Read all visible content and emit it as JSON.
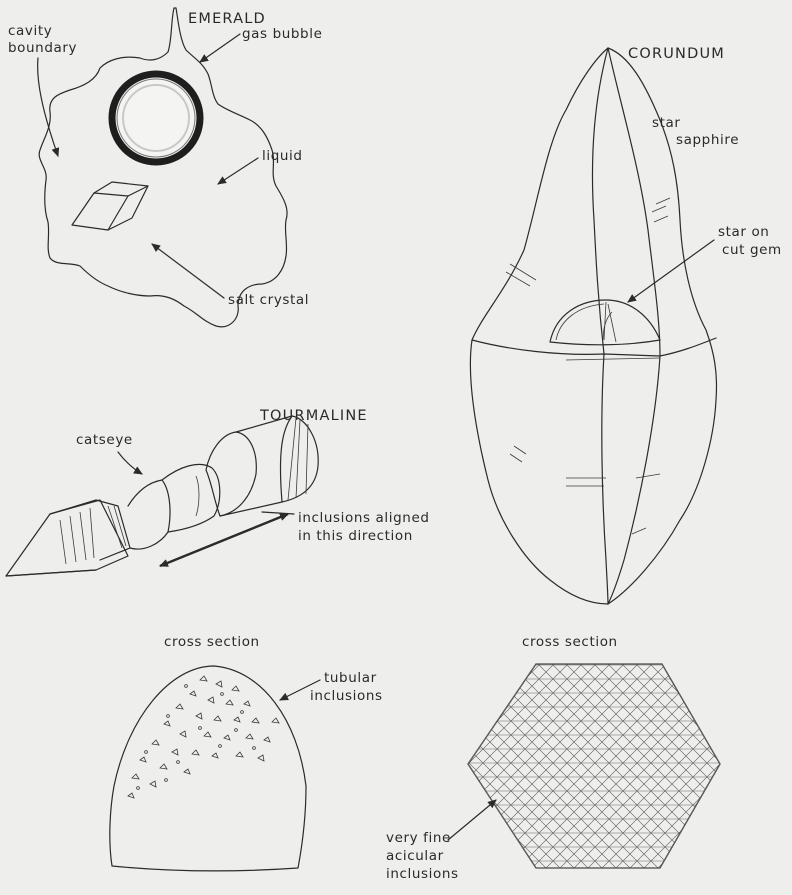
{
  "emerald": {
    "title": "EMERALD",
    "cavity_boundary_1": "cavity",
    "cavity_boundary_2": "boundary",
    "gas_bubble": "gas bubble",
    "liquid": "liquid",
    "salt_crystal": "salt crystal"
  },
  "corundum": {
    "title": "CORUNDUM",
    "star_sapphire_1": "star",
    "star_sapphire_2": "sapphire",
    "star_on_cut_gem_1": "star on",
    "star_on_cut_gem_2": "cut gem",
    "cross_section": "cross section",
    "acicular_1": "very fine",
    "acicular_2": "acicular",
    "acicular_3": "inclusions"
  },
  "tourmaline": {
    "title": "TOURMALINE",
    "catseye": "catseye",
    "aligned_1": "inclusions aligned",
    "aligned_2": "in this direction",
    "cross_section": "cross section",
    "tubular_1": "tubular",
    "tubular_2": "inclusions"
  }
}
